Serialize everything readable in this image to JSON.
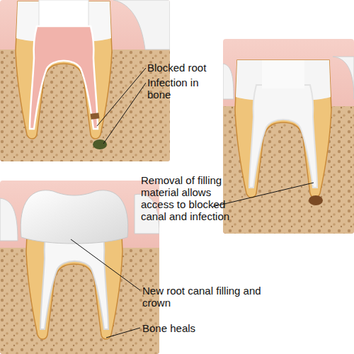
{
  "diagram": {
    "labels": [
      "Blocked root",
      "Infection in bone",
      "Removal of filling material allows access to blocked canal and infection",
      "New root canal filling and crown",
      "Bone heals"
    ]
  }
}
